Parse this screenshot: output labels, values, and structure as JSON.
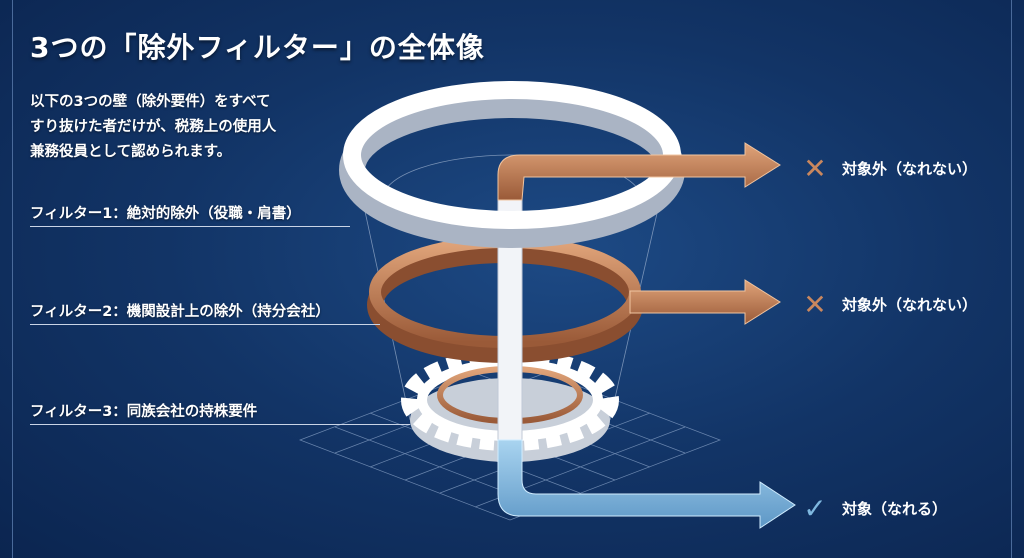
{
  "title": "3つの「除外フィルター」の全体像",
  "intro": [
    "以下の3つの壁（除外要件）をすべて",
    "すり抜けた者だけが、税務上の使用人",
    "兼務役員として認められます。"
  ],
  "filters": [
    {
      "label": "フィルター1：絶対的除外（役職・肩書）"
    },
    {
      "label": "フィルター2：機関設計上の除外（持分会社）"
    },
    {
      "label": "フィルター3：同族会社の持株要件"
    }
  ],
  "outcomes": [
    {
      "icon": "cross-icon",
      "symbol": "✕",
      "text": "対象外（なれない）"
    },
    {
      "icon": "cross-icon",
      "symbol": "✕",
      "text": "対象外（なれない）"
    },
    {
      "icon": "check-icon",
      "symbol": "✓",
      "text": "対象（なれる）"
    }
  ],
  "colors": {
    "copper": "#c9875e",
    "blue": "#7fb8e0",
    "white": "#ffffff",
    "bg": "#123466"
  }
}
